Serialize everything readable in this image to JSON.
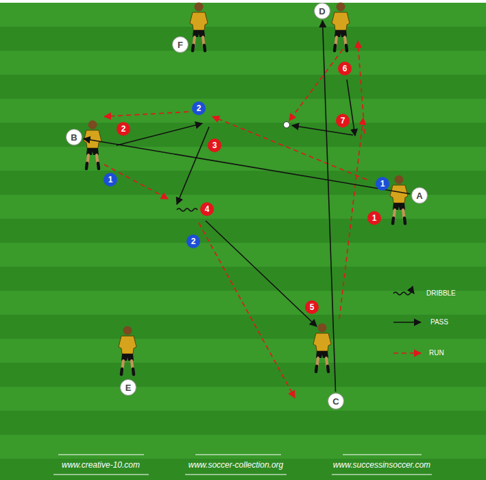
{
  "diagram": {
    "nodes": [
      {
        "text": [
          "D"
        ]
      },
      {
        "text": [
          "F"
        ]
      },
      {
        "text": [
          "B"
        ]
      },
      {
        "text": [
          "A"
        ]
      },
      {
        "text": [
          "E"
        ]
      },
      {
        "text": [
          "C"
        ]
      }
    ],
    "edges": [
      {
        "from": 3,
        "to": 2,
        "arrow": "to"
      },
      {
        "from": 5,
        "to": 0,
        "arrow": "to"
      }
    ],
    "labels": [
      "6",
      "7",
      "2",
      "2",
      "1",
      "3",
      "1",
      "1",
      "4",
      "2",
      "5",
      "www.creative-10.com",
      "www.soccer-collection.org",
      "www.successinsoccer.com"
    ],
    "legend": [
      {
        "text": "DRIBBLE"
      },
      {
        "text": "PASS"
      },
      {
        "text": "RUN"
      }
    ]
  }
}
